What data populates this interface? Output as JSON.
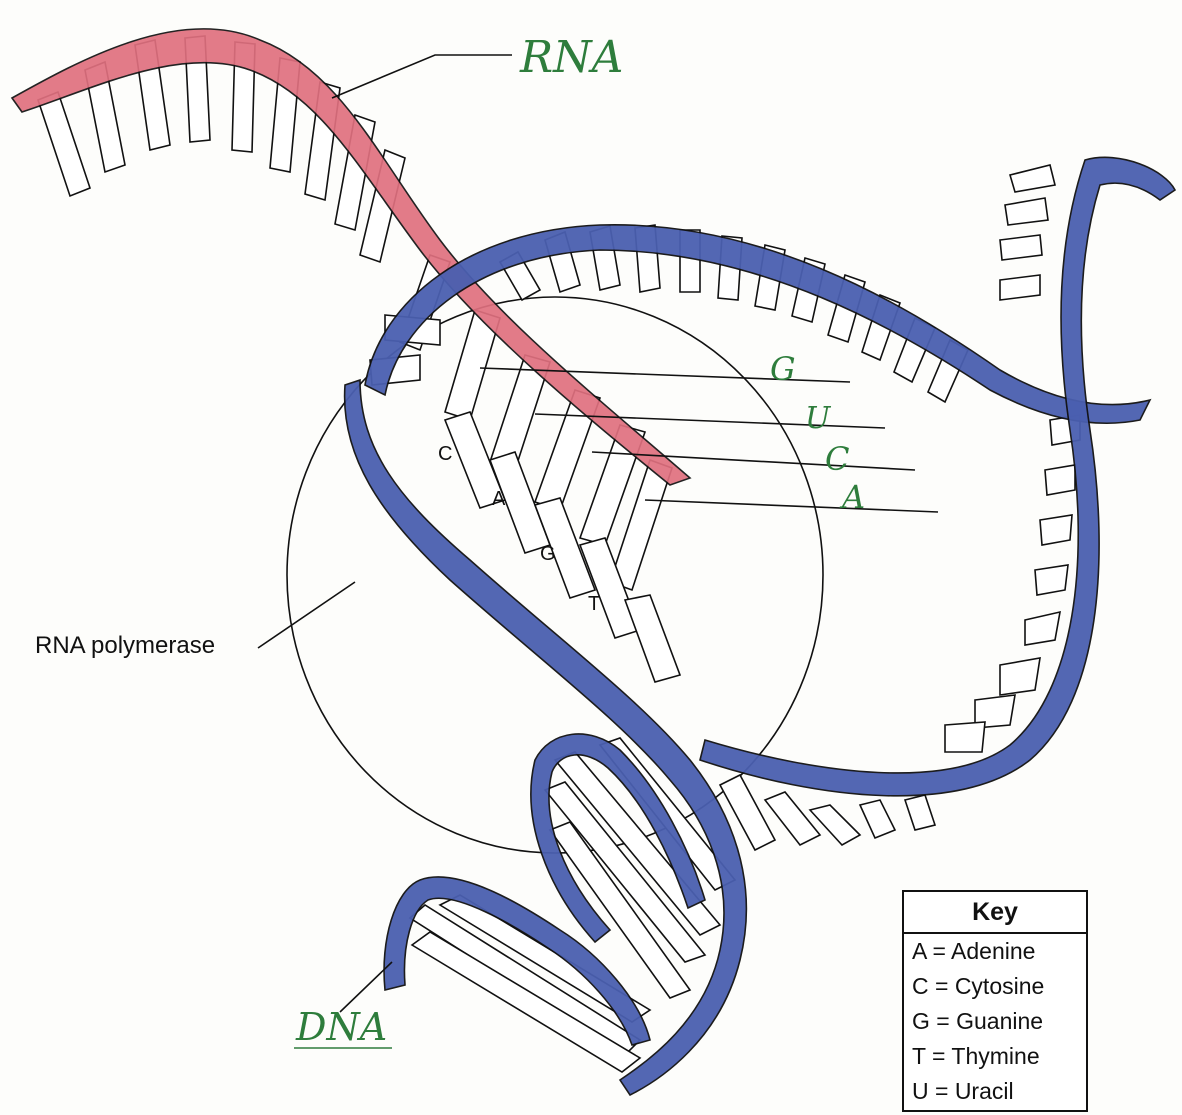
{
  "labels": {
    "rna": "RNA",
    "dna": "DNA",
    "rna_polymerase": "RNA polymerase"
  },
  "rna_bases": [
    "G",
    "U",
    "C",
    "A"
  ],
  "dna_template_bases": [
    "C",
    "A",
    "G",
    "T"
  ],
  "key": {
    "title": "Key",
    "entries": [
      "A = Adenine",
      "C = Cytosine",
      "G = Guanine",
      "T = Thymine",
      "U = Uracil"
    ]
  },
  "colors": {
    "rna_strand": "#e0707f",
    "dna_strand": "#4a5fb0",
    "handwriting": "#2e7d3c",
    "outline": "#111111"
  }
}
